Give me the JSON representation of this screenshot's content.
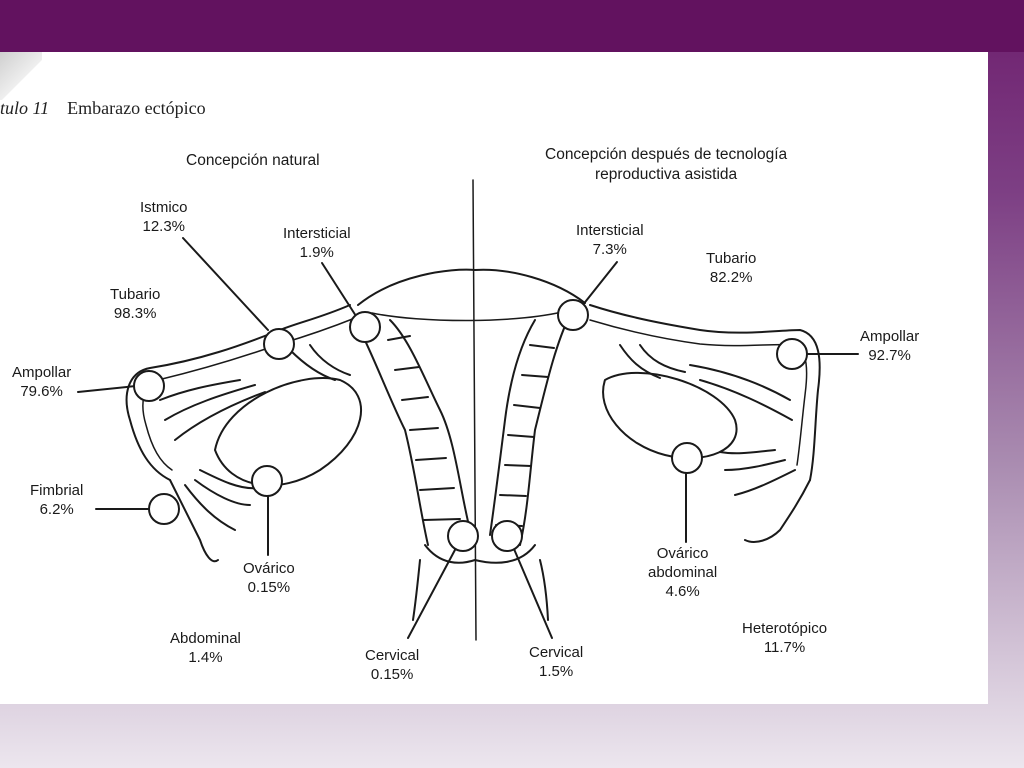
{
  "header": {
    "chapter": "tulo 11",
    "title": "Embarazo ectópico"
  },
  "sections": {
    "natural": "Concepción natural",
    "art_line1": "Concepción después de tecnología",
    "art_line2": "reproductiva asistida"
  },
  "natural_labels": {
    "istmico": {
      "name": "Istmico",
      "pct": "12.3%"
    },
    "intersticial": {
      "name": "Intersticial",
      "pct": "1.9%"
    },
    "tubario": {
      "name": "Tubario",
      "pct": "98.3%"
    },
    "ampollar": {
      "name": "Ampollar",
      "pct": "79.6%"
    },
    "fimbrial": {
      "name": "Fimbrial",
      "pct": "6.2%"
    },
    "ovarico": {
      "name": "Ovárico",
      "pct": "0.15%"
    },
    "abdominal": {
      "name": "Abdominal",
      "pct": "1.4%"
    },
    "cervical": {
      "name": "Cervical",
      "pct": "0.15%"
    }
  },
  "art_labels": {
    "intersticial": {
      "name": "Intersticial",
      "pct": "7.3%"
    },
    "tubario": {
      "name": "Tubario",
      "pct": "82.2%"
    },
    "ampollar": {
      "name": "Ampollar",
      "pct": "92.7%"
    },
    "ovarico_abdominal": {
      "name1": "Ovárico",
      "name2": "abdominal",
      "pct": "4.6%"
    },
    "cervical": {
      "name": "Cervical",
      "pct": "1.5%"
    },
    "heterotopico": {
      "name": "Heterotópico",
      "pct": "11.7%"
    }
  },
  "colors": {
    "ink": "#1a1a1a",
    "banner": "#62125f",
    "page": "#ffffff"
  }
}
